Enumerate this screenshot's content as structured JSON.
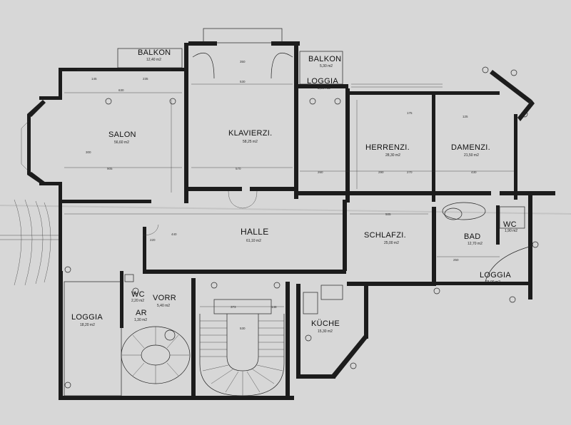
{
  "rooms": [
    {
      "id": "salon",
      "name": "SALON",
      "area": "56,60 m2"
    },
    {
      "id": "klavierzi",
      "name": "KLAVIERZI.",
      "area": "58,25 m2"
    },
    {
      "id": "herrenzi",
      "name": "HERRENZI.",
      "area": "28,30 m2"
    },
    {
      "id": "damenzi",
      "name": "DAMENZI.",
      "area": "21,50 m2"
    },
    {
      "id": "balkon1",
      "name": "BALKON",
      "area": "12,40 m2"
    },
    {
      "id": "balkon2",
      "name": "BALKON",
      "area": "5,30 m2"
    },
    {
      "id": "loggia1",
      "name": "LOGGIA",
      "area": "3,00 m2"
    },
    {
      "id": "halle",
      "name": "HALLE",
      "area": "61,10 m2"
    },
    {
      "id": "schlafzi",
      "name": "SCHLAFZI.",
      "area": "25,00 m2"
    },
    {
      "id": "bad",
      "name": "BAD",
      "area": "12,70 m2"
    },
    {
      "id": "wc1",
      "name": "WC",
      "area": "1,90 m2"
    },
    {
      "id": "loggia2",
      "name": "LOGGIA",
      "area": "23,00 m2"
    },
    {
      "id": "loggia3",
      "name": "LOGGIA",
      "area": "18,20 m2"
    },
    {
      "id": "wc2",
      "name": "WC",
      "area": "2,20 m2"
    },
    {
      "id": "vorr",
      "name": "VORR",
      "area": "5,40 m2"
    },
    {
      "id": "ar",
      "name": "AR",
      "area": "1,30 m2"
    },
    {
      "id": "kueche",
      "name": "KÜCHE",
      "area": "15,30 m2"
    }
  ],
  "dimensions": [
    "630",
    "145",
    "235",
    "350",
    "530",
    "905",
    "570",
    "260",
    "290",
    "270",
    "430",
    "505",
    "440",
    "373",
    "530",
    "148",
    "220",
    "250",
    "300",
    "175",
    "125"
  ]
}
